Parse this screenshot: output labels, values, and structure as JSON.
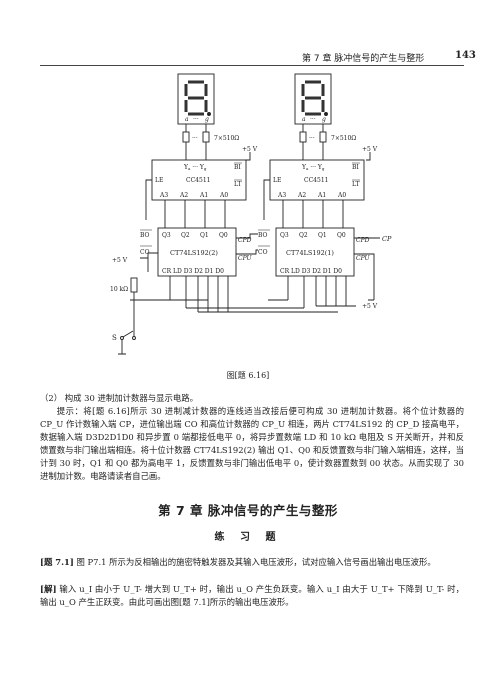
{
  "header": {
    "chapter": "第 7 章    脉冲信号的产生与整形",
    "page_number": "143"
  },
  "figure": {
    "caption": "图[题 6.16]",
    "display_labels": [
      "a",
      "···",
      "g"
    ],
    "resistor_label": "7×510Ω",
    "supply": "+5 V",
    "decoder": {
      "name": "CC4511",
      "outputs": "Y",
      "bi": "BI",
      "lt": "LT",
      "le": "LE",
      "inputs": [
        "A3",
        "A2",
        "A1",
        "A0"
      ]
    },
    "counters": [
      {
        "name": "CT74LS192(2)",
        "bo": "BO",
        "co": "CO",
        "q": [
          "Q3",
          "Q2",
          "Q1",
          "Q0"
        ],
        "bottom": "CR  LD  D3 D2 D1 D0",
        "cpd": "CPD",
        "cpu": "CPU"
      },
      {
        "name": "CT74LS192(1)",
        "bo": "BO",
        "co": "CO",
        "q": [
          "Q3",
          "Q2",
          "Q1",
          "Q0"
        ],
        "bottom": "CR  LD  D3 D2 D1 D0",
        "cpd": "CPD",
        "cpu": "CPU"
      }
    ],
    "resistor_10k": "10 kΩ",
    "switch": "S",
    "cp": "CP"
  },
  "paragraphs": {
    "p1": "（2） 构成 30 进制加计数器与显示电路。",
    "p2": "提示：将[题 6.16]所示 30 进制减计数器的连线适当改接后便可构成 30 进制加计数器。将个位计数器的 CP_U 作计数输入端 CP，进位输出端 CO 和高位计数器的 CP_U 相连，两片 CT74LS192 的 CP_D 接高电平，数据输入端 D3D2D1D0 和异步置 0 端都接低电平 0，将异步置数端 LD 和 10 kΩ 电阻及 S 开关断开，并和反馈置数与非门输出端相连。将十位计数器 CT74LS192(2) 输出 Q1、Q0 和反馈置数与非门输入端相连，这样，当计到 30 时，Q1 和 Q0 都为高电平 1，反馈置数与非门输出低电平 0，使计数器置数到 00 状态。从而实现了 30 进制加计数。电路请读者自己画。"
  },
  "chapter_title": "第 7 章    脉冲信号的产生与整形",
  "exercises_title": "练 习 题",
  "problem": {
    "tag": "[题 7.1]",
    "text": "图 P7.1 所示为反相输出的施密特触发器及其输入电压波形，试对应输入信号画出输出电压波形。",
    "answer_tag": "[解]",
    "answer": "输入 u_I 由小于 U_T- 增大到 U_T+ 时，输出 u_O 产生负跃变。输入 u_I 由大于 U_T+ 下降到 U_T- 时，输出 u_O 产生正跃变。由此可画出图[题 7.1]所示的输出电压波形。"
  }
}
